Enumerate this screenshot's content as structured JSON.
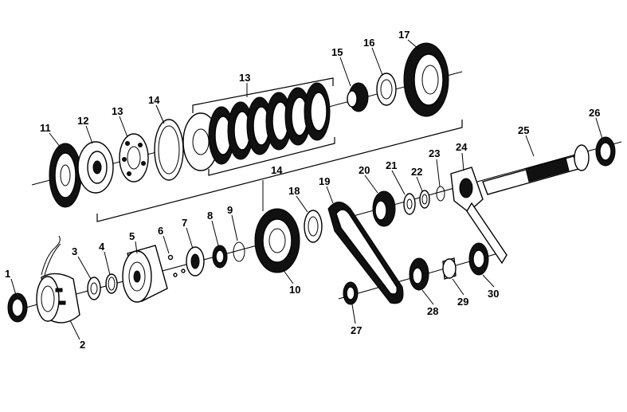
{
  "labels": {
    "p1": "1",
    "p2": "2",
    "p3": "3",
    "p4": "4",
    "p5": "5",
    "p6": "6",
    "p7": "7",
    "p8": "8",
    "p9": "9",
    "p10": "10",
    "p11": "11",
    "p12": "12",
    "p13a": "13",
    "p13b": "13",
    "p14a": "14",
    "p14b": "14",
    "p15": "15",
    "p16": "16",
    "p17": "17",
    "p18": "18",
    "p19": "19",
    "p20": "20",
    "p21": "21",
    "p22": "22",
    "p23": "23",
    "p24": "24",
    "p25": "25",
    "p26": "26",
    "p27": "27",
    "p28": "28",
    "p29": "29",
    "p30": "30"
  }
}
